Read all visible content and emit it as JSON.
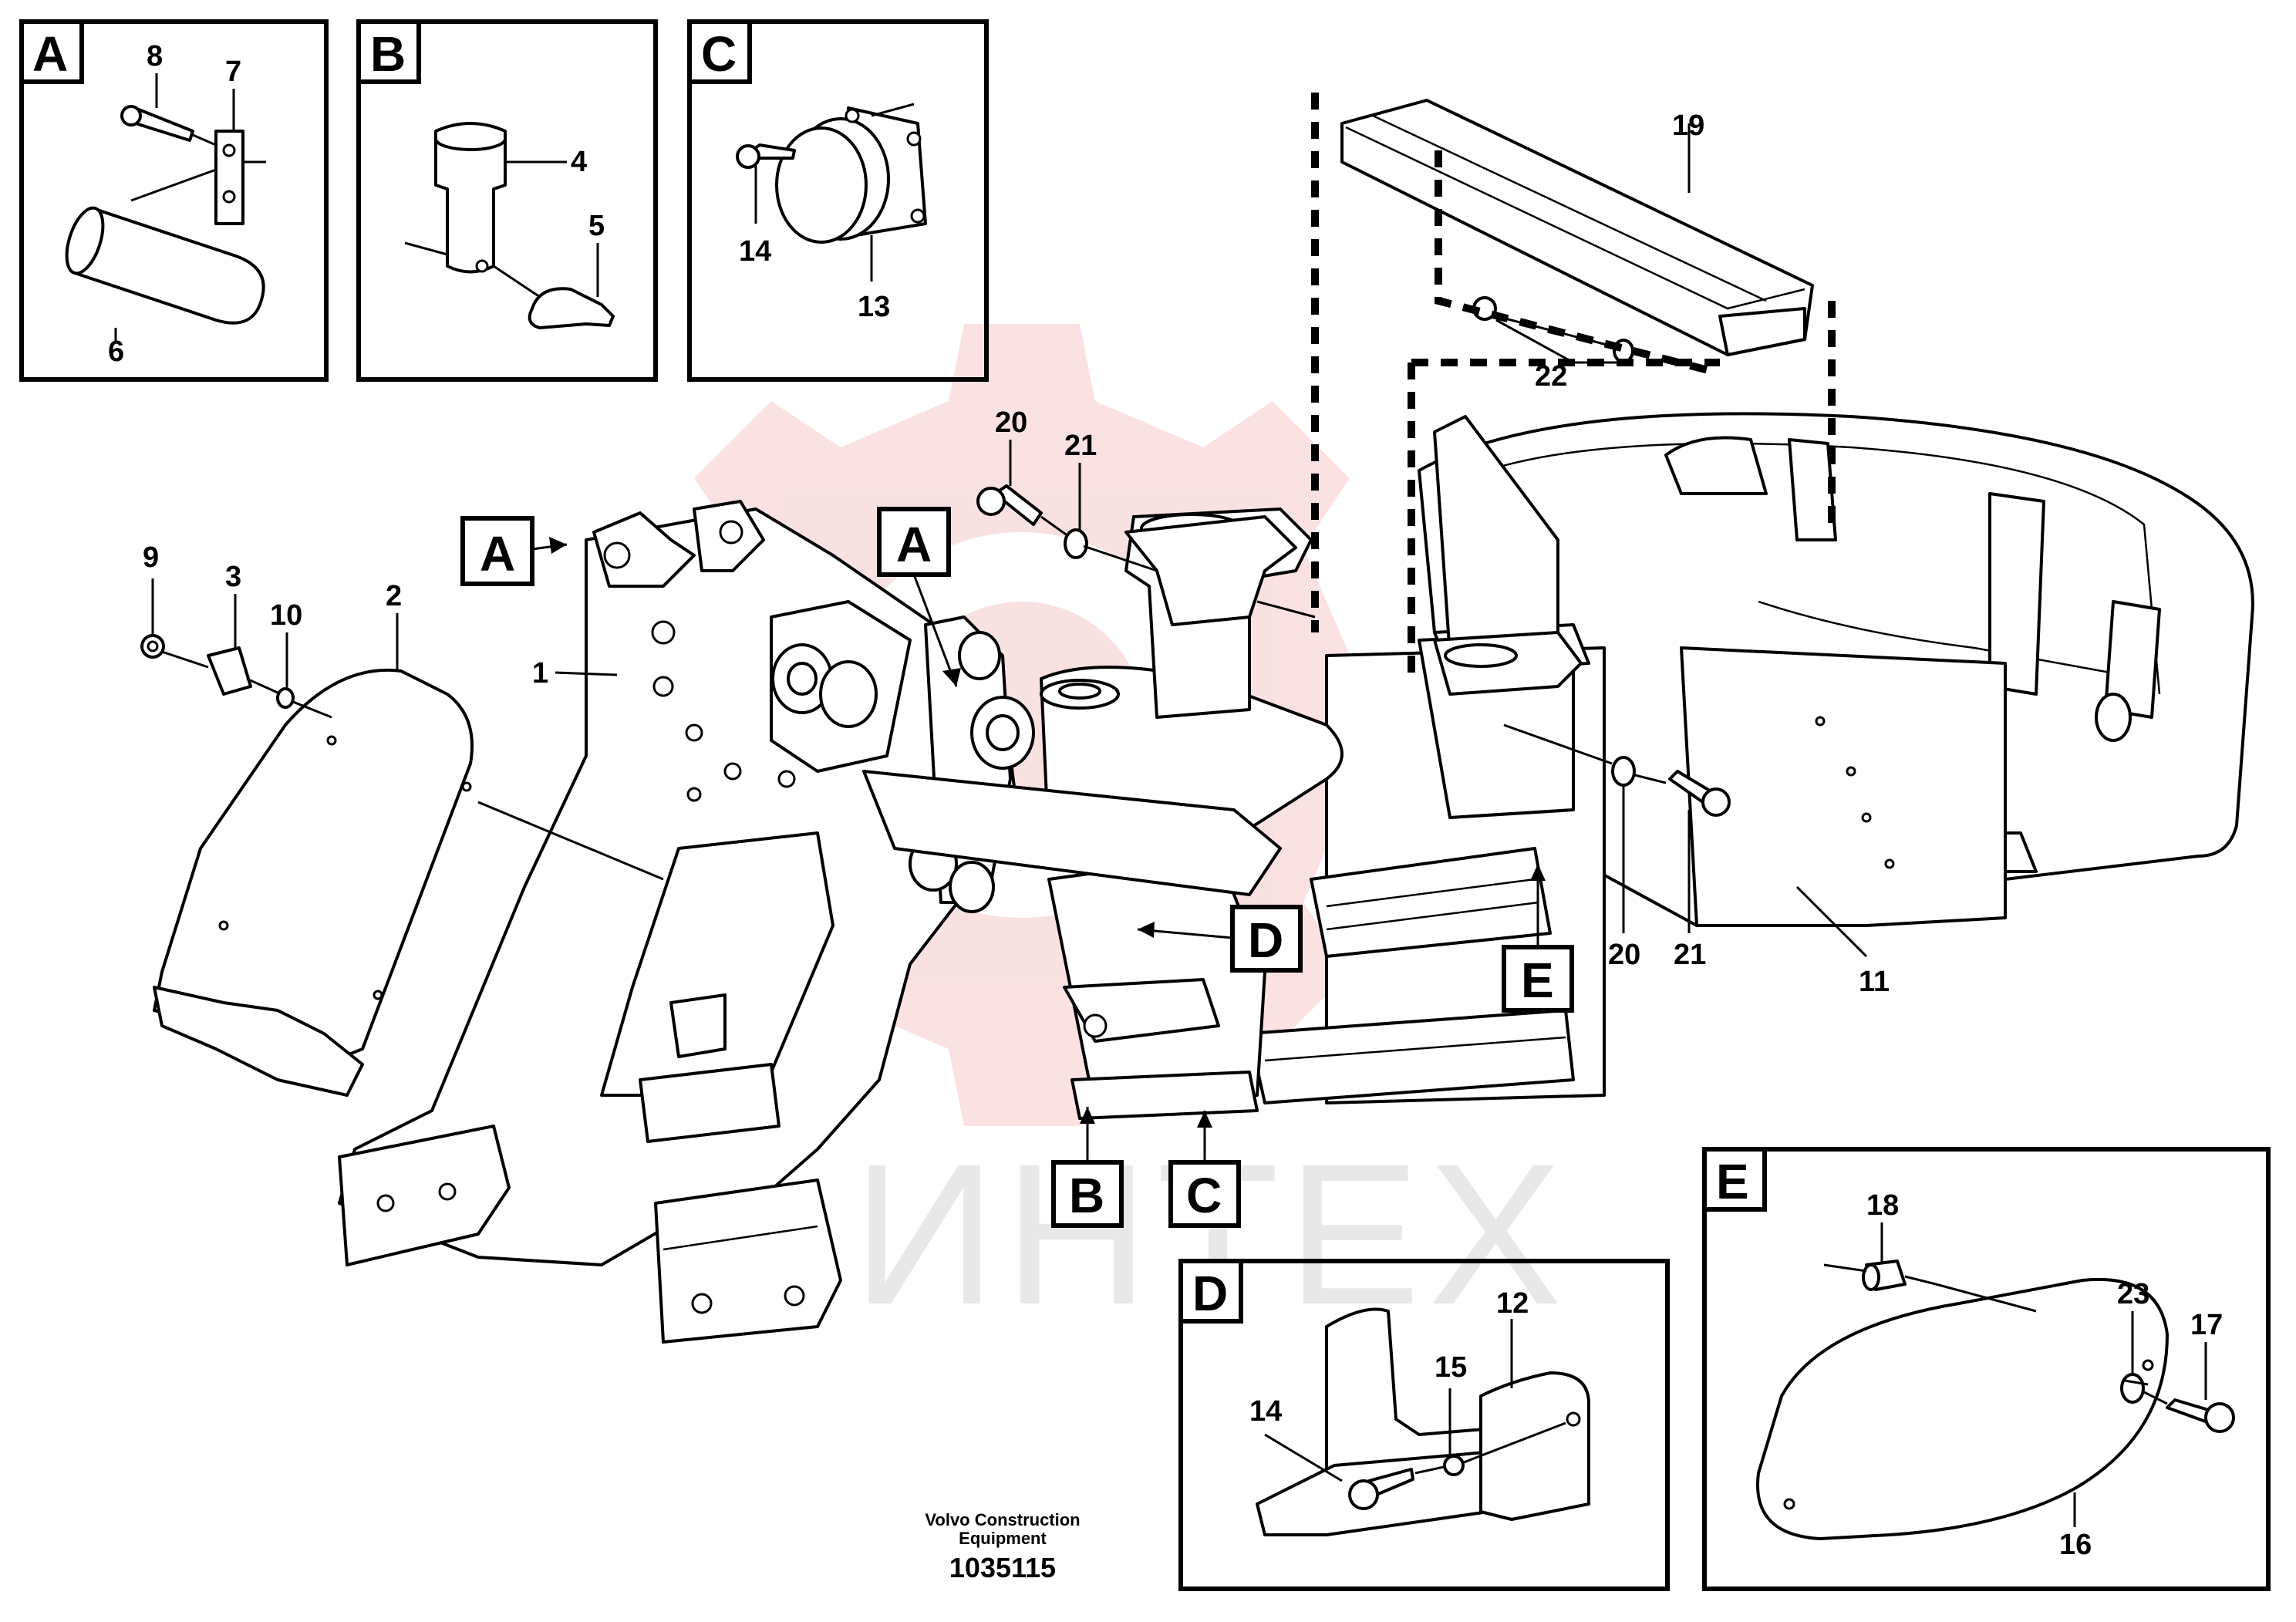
{
  "inset_labels": {
    "a": "A",
    "b": "B",
    "c": "C",
    "d": "D",
    "e": "E"
  },
  "callouts": {
    "a_main": "A",
    "a_main2": "A",
    "b_main": "B",
    "c_main": "C",
    "d_main": "D",
    "e_main": "E"
  },
  "parts": {
    "p1": "1",
    "p2": "2",
    "p3": "3",
    "p4": "4",
    "p5": "5",
    "p6": "6",
    "p7": "7",
    "p8": "8",
    "p9": "9",
    "p10": "10",
    "p11": "11",
    "p12": "12",
    "p13": "13",
    "p14c": "14",
    "p14d": "14",
    "p15": "15",
    "p16": "16",
    "p17": "17",
    "p18": "18",
    "p19": "19",
    "p20a": "20",
    "p20b": "20",
    "p21a": "21",
    "p21b": "21",
    "p22": "22",
    "p23": "23"
  },
  "watermark": {
    "text": "ИНТЕХ",
    "color": "#f4b8b8"
  },
  "footer": {
    "company_line1": "Volvo Construction",
    "company_line2": "Equipment",
    "drawing_number": "1035115"
  }
}
